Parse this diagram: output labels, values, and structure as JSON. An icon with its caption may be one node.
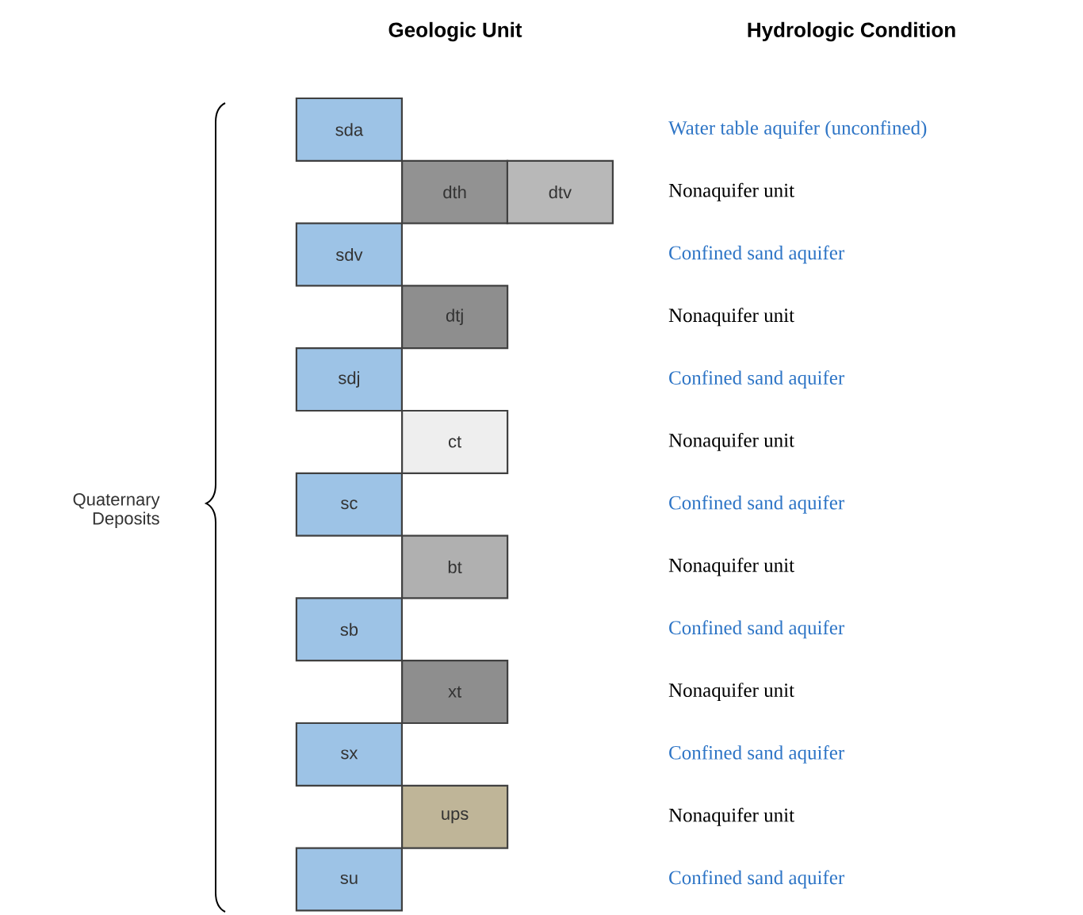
{
  "diagram": {
    "nodes": [
      {
        "text": [
          "sda"
        ]
      },
      {
        "text": [
          "dth"
        ]
      },
      {
        "text": [
          "dtv"
        ]
      },
      {
        "text": [
          "sdv"
        ]
      },
      {
        "text": [
          "dtj"
        ]
      },
      {
        "text": [
          "sdj"
        ]
      },
      {
        "text": [
          "ct"
        ]
      },
      {
        "text": [
          "sc"
        ]
      },
      {
        "text": [
          "bt"
        ]
      },
      {
        "text": [
          "sb"
        ]
      },
      {
        "text": [
          "xt"
        ]
      },
      {
        "text": [
          "sx"
        ]
      },
      {
        "text": [
          "ups"
        ]
      },
      {
        "text": [
          "su"
        ]
      }
    ],
    "labels": [
      "Geologic Unit",
      "Hydrologic Condition",
      "Water table aquifer (unconfined)",
      "Nonaquifer unit",
      "Confined sand aquifer",
      "Nonaquifer unit",
      "Confined sand aquifer",
      "Nonaquifer unit",
      "Confined sand aquifer",
      "Nonaquifer unit",
      "Confined sand aquifer",
      "Nonaquifer unit",
      "Confined sand aquifer",
      "Nonaquifer unit",
      "Confined sand aquifer",
      "Quaternary Deposits"
    ]
  }
}
